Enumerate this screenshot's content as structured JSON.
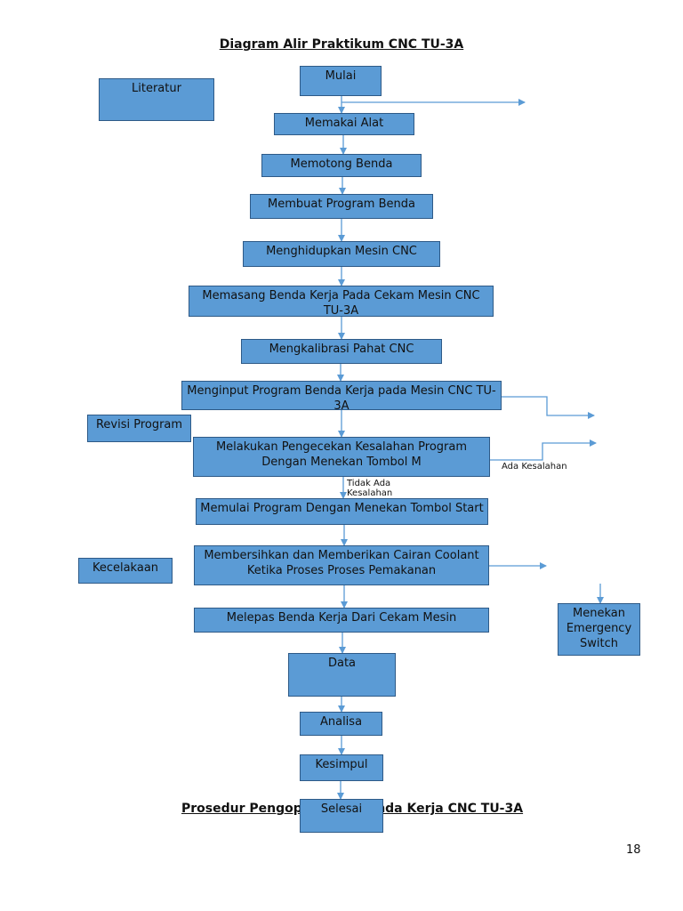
{
  "title": "Diagram Alir Praktikum CNC TU-3A",
  "caption": "Prosedur Pengoperasian Benda Kerja CNC TU-3A",
  "page_number": "18",
  "colors": {
    "box_fill": "#5b9bd5",
    "box_border": "#2e5a87",
    "connector": "#5b9bd5"
  },
  "nodes": {
    "mulai": "Mulai",
    "literatur": "Literatur",
    "memakai_alat": "Memakai Alat",
    "memotong_benda": "Memotong Benda",
    "membuat_program": "Membuat Program Benda",
    "menghidupkan": "Menghidupkan Mesin CNC",
    "memasang": "Memasang Benda Kerja Pada Cekam Mesin CNC TU-3A",
    "mengkalibrasi": "Mengkalibrasi Pahat CNC",
    "menginput": "Menginput Program Benda Kerja pada Mesin CNC TU-3A",
    "revisi": "Revisi Program",
    "pengecekan": "Melakukan Pengecekan Kesalahan Program Dengan Menekan Tombol M",
    "memulai_program": "Memulai Program Dengan Menekan Tombol Start",
    "kecelakaan": "Kecelakaan",
    "membersihkan": "Membersihkan dan Memberikan Cairan Coolant Ketika Proses Proses Pemakanan",
    "emergency": "Menekan Emergency Switch",
    "melepas": "Melepas Benda Kerja Dari Cekam Mesin",
    "data": "Data",
    "analisa": "Analisa",
    "kesimpul": "Kesimpul",
    "selesai": "Selesai"
  },
  "labels": {
    "ada_kesalahan": "Ada Kesalahan",
    "tidak_ada_kesalahan": "Tidak Ada Kesalahan"
  }
}
